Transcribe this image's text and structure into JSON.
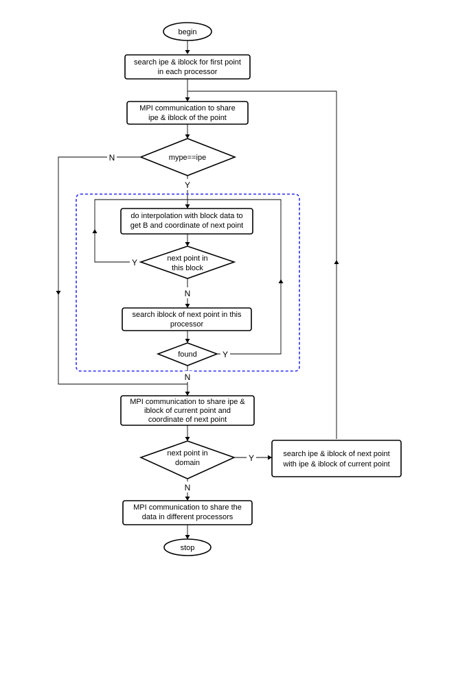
{
  "nodes": {
    "begin": "begin",
    "search_first": [
      "search ipe & iblock for first point",
      "in each processor"
    ],
    "mpi_share_point": [
      "MPI communication to share",
      "ipe & iblock of the point"
    ],
    "mype_check": "mype==ipe",
    "interpolation": [
      "do interpolation with block data to",
      "get B and coordinate of next point"
    ],
    "next_in_block": [
      "next point in",
      "this block"
    ],
    "search_iblock": [
      "search iblock of next point in this",
      "processor"
    ],
    "found": "found",
    "mpi_share_current": [
      "MPI communication to share ipe &",
      "iblock of current point and",
      "coordinate of next point"
    ],
    "next_in_domain": [
      "next point in",
      "domain"
    ],
    "search_next_ipe": [
      "search ipe & iblock of next point",
      "with ipe & iblock of current point"
    ],
    "mpi_share_data": [
      "MPI communication to share the",
      "data in different processors"
    ],
    "stop": "stop"
  },
  "edge_labels": {
    "mype_n": "N",
    "mype_y": "Y",
    "block_y": "Y",
    "block_n": "N",
    "found_y": "Y",
    "found_n": "N",
    "domain_y": "Y",
    "domain_n": "N"
  },
  "colors": {
    "loop_region_border": "#2b2bff"
  }
}
